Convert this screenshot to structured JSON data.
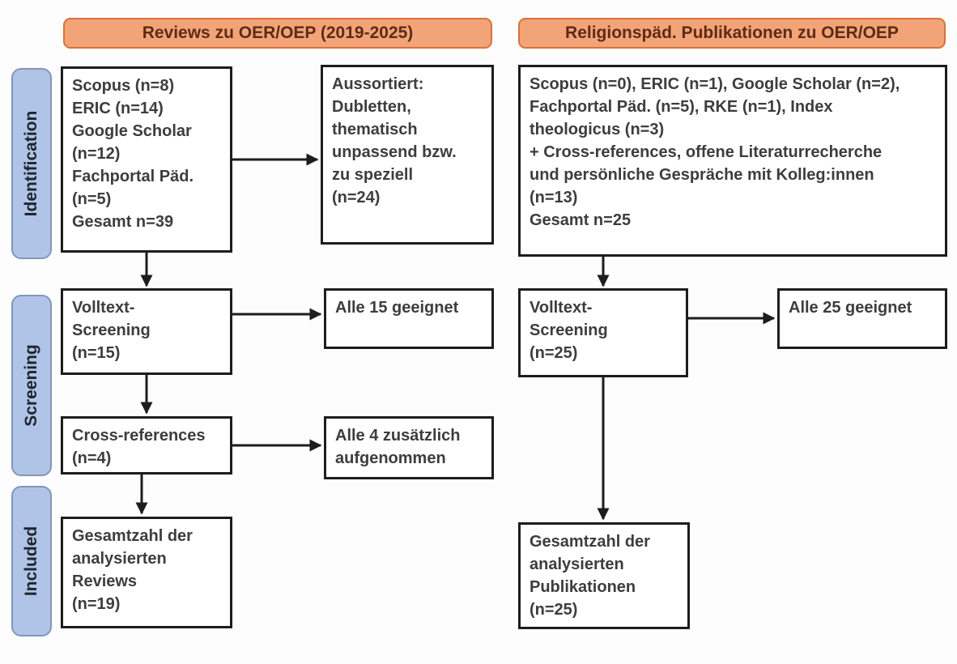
{
  "colors": {
    "page-bg": "#fdfdfd",
    "orange-fill": "#f2a478",
    "orange-border": "#d9713c",
    "header-text": "#5e2b15",
    "blue-fill": "#afc4e6",
    "blue-border": "#8296b8",
    "pill-text": "#1f2430",
    "box-border": "#1d1d1d",
    "box-text": "#3d3d3d",
    "arrow-color": "#1d1d1d"
  },
  "headers": {
    "left": {
      "label": "Reviews zu OER/OEP (2019-2025)"
    },
    "right": {
      "label": "Religionspäd. Publikationen zu OER/OEP"
    }
  },
  "stages": {
    "identification": {
      "label": "Identification"
    },
    "screening": {
      "label": "Screening"
    },
    "included": {
      "label": "Included"
    }
  },
  "boxes": {
    "left_identification": {
      "text": "Scopus (n=8)\nERIC (n=14)\nGoogle Scholar\n(n=12)\nFachportal Päd.\n(n=5)\nGesamt n=39"
    },
    "sorted_out": {
      "text": "Aussortiert:\nDubletten,\nthematisch\nunpassend bzw.\nzu speziell\n(n=24)"
    },
    "right_identification": {
      "text": "Scopus (n=0), ERIC (n=1), Google Scholar (n=2),\nFachportal Päd. (n=5), RKE (n=1), Index\ntheologicus (n=3)\n+ Cross-references, offene Literaturrecherche\nund persönliche Gespräche mit Kolleg:innen\n(n=13)\nGesamt n=25"
    },
    "fulltext_left": {
      "text": "Volltext-\nScreening\n(n=15)"
    },
    "eligible_left": {
      "text": "Alle 15 geeignet"
    },
    "fulltext_right": {
      "text": "Volltext-\nScreening\n(n=25)"
    },
    "eligible_right": {
      "text": "Alle 25 geeignet"
    },
    "cross_references": {
      "text": "Cross-references\n(n=4)"
    },
    "cross_refs_added": {
      "text": "Alle 4 zusätzlich\naufgenommen"
    },
    "included_left": {
      "text": "Gesamtzahl der\nanalysierten\nReviews\n(n=19)"
    },
    "included_right": {
      "text": "Gesamtzahl der\nanalysierten\nPublikationen\n(n=25)"
    }
  }
}
